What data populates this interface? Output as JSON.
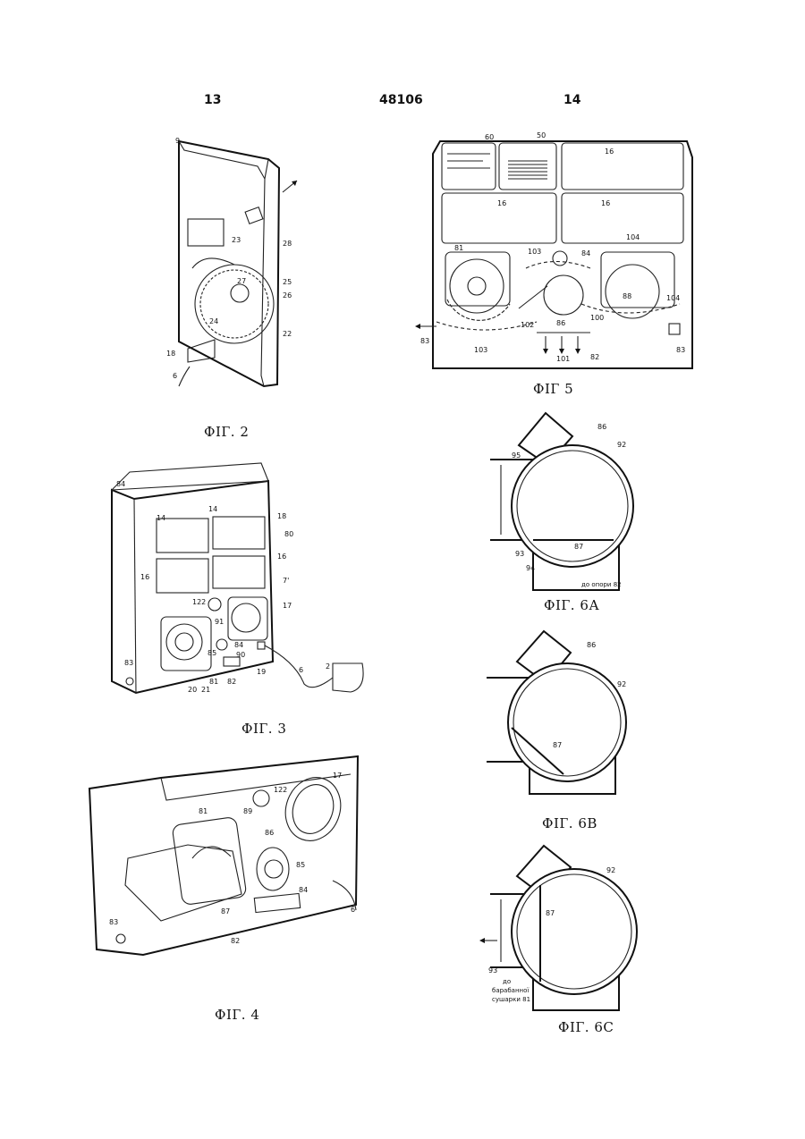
{
  "header": {
    "page_left": "13",
    "doc_number": "48106",
    "page_right": "14"
  },
  "figures": {
    "fig2": {
      "caption": "ФІГ. 2",
      "labels": [
        "9",
        "23",
        "28",
        "27",
        "25",
        "26",
        "24",
        "22",
        "18",
        "6"
      ]
    },
    "fig3": {
      "caption": "ФІГ. 3",
      "labels": [
        "84",
        "14",
        "14",
        "18",
        "80",
        "16",
        "16",
        "7'",
        "122",
        "17",
        "91",
        "84",
        "85",
        "90",
        "19",
        "6",
        "2",
        "83",
        "20",
        "21",
        "81",
        "82"
      ]
    },
    "fig4": {
      "caption": "ФІГ. 4",
      "labels": [
        "122",
        "17",
        "81",
        "89",
        "86",
        "85",
        "84",
        "87",
        "83",
        "82",
        "6"
      ]
    },
    "fig5": {
      "caption": "ФІГ 5",
      "labels": [
        "60",
        "50",
        "16",
        "16",
        "16",
        "81",
        "103",
        "84",
        "104",
        "88",
        "86",
        "100",
        "104",
        "102",
        "83",
        "103",
        "101",
        "82",
        "83"
      ]
    },
    "fig6a": {
      "caption": "ФІГ. 6А",
      "labels": [
        "86",
        "92",
        "95",
        "87",
        "93",
        "94"
      ],
      "note": "до опори 82"
    },
    "fig6b": {
      "caption": "ФІГ. 6В",
      "labels": [
        "86",
        "92",
        "87"
      ]
    },
    "fig6c": {
      "caption": "ФІГ. 6С",
      "labels": [
        "92",
        "87",
        "93"
      ],
      "note_line1": "до",
      "note_line2": "барабанної",
      "note_line3": "сушарки 81"
    }
  }
}
